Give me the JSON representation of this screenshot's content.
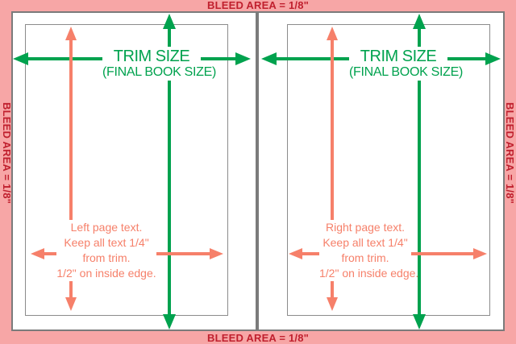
{
  "colors": {
    "bleed_pink": "#f7a6a6",
    "bleed_text_red": "#c0202e",
    "trim_green": "#00a24e",
    "margin_salmon": "#f6806a",
    "border_gray": "#7b7b7b"
  },
  "bleed": {
    "top": "BLEED AREA = 1/8\"",
    "bottom": "BLEED AREA = 1/8\"",
    "left": "BLEED AREA = 1/8\"",
    "right": "BLEED AREA = 1/8\""
  },
  "pages": [
    {
      "side": "left",
      "trim_title": "TRIM SIZE",
      "trim_subtitle": "(FINAL BOOK SIZE)",
      "note_lines": [
        "Left page text.",
        "Keep all text 1/4\"",
        "from trim.",
        "1/2\" on inside edge."
      ]
    },
    {
      "side": "right",
      "trim_title": "TRIM SIZE",
      "trim_subtitle": "(FINAL BOOK SIZE)",
      "note_lines": [
        "Right page text.",
        "Keep all text 1/4\"",
        "from trim.",
        "1/2\" on inside edge."
      ]
    }
  ]
}
